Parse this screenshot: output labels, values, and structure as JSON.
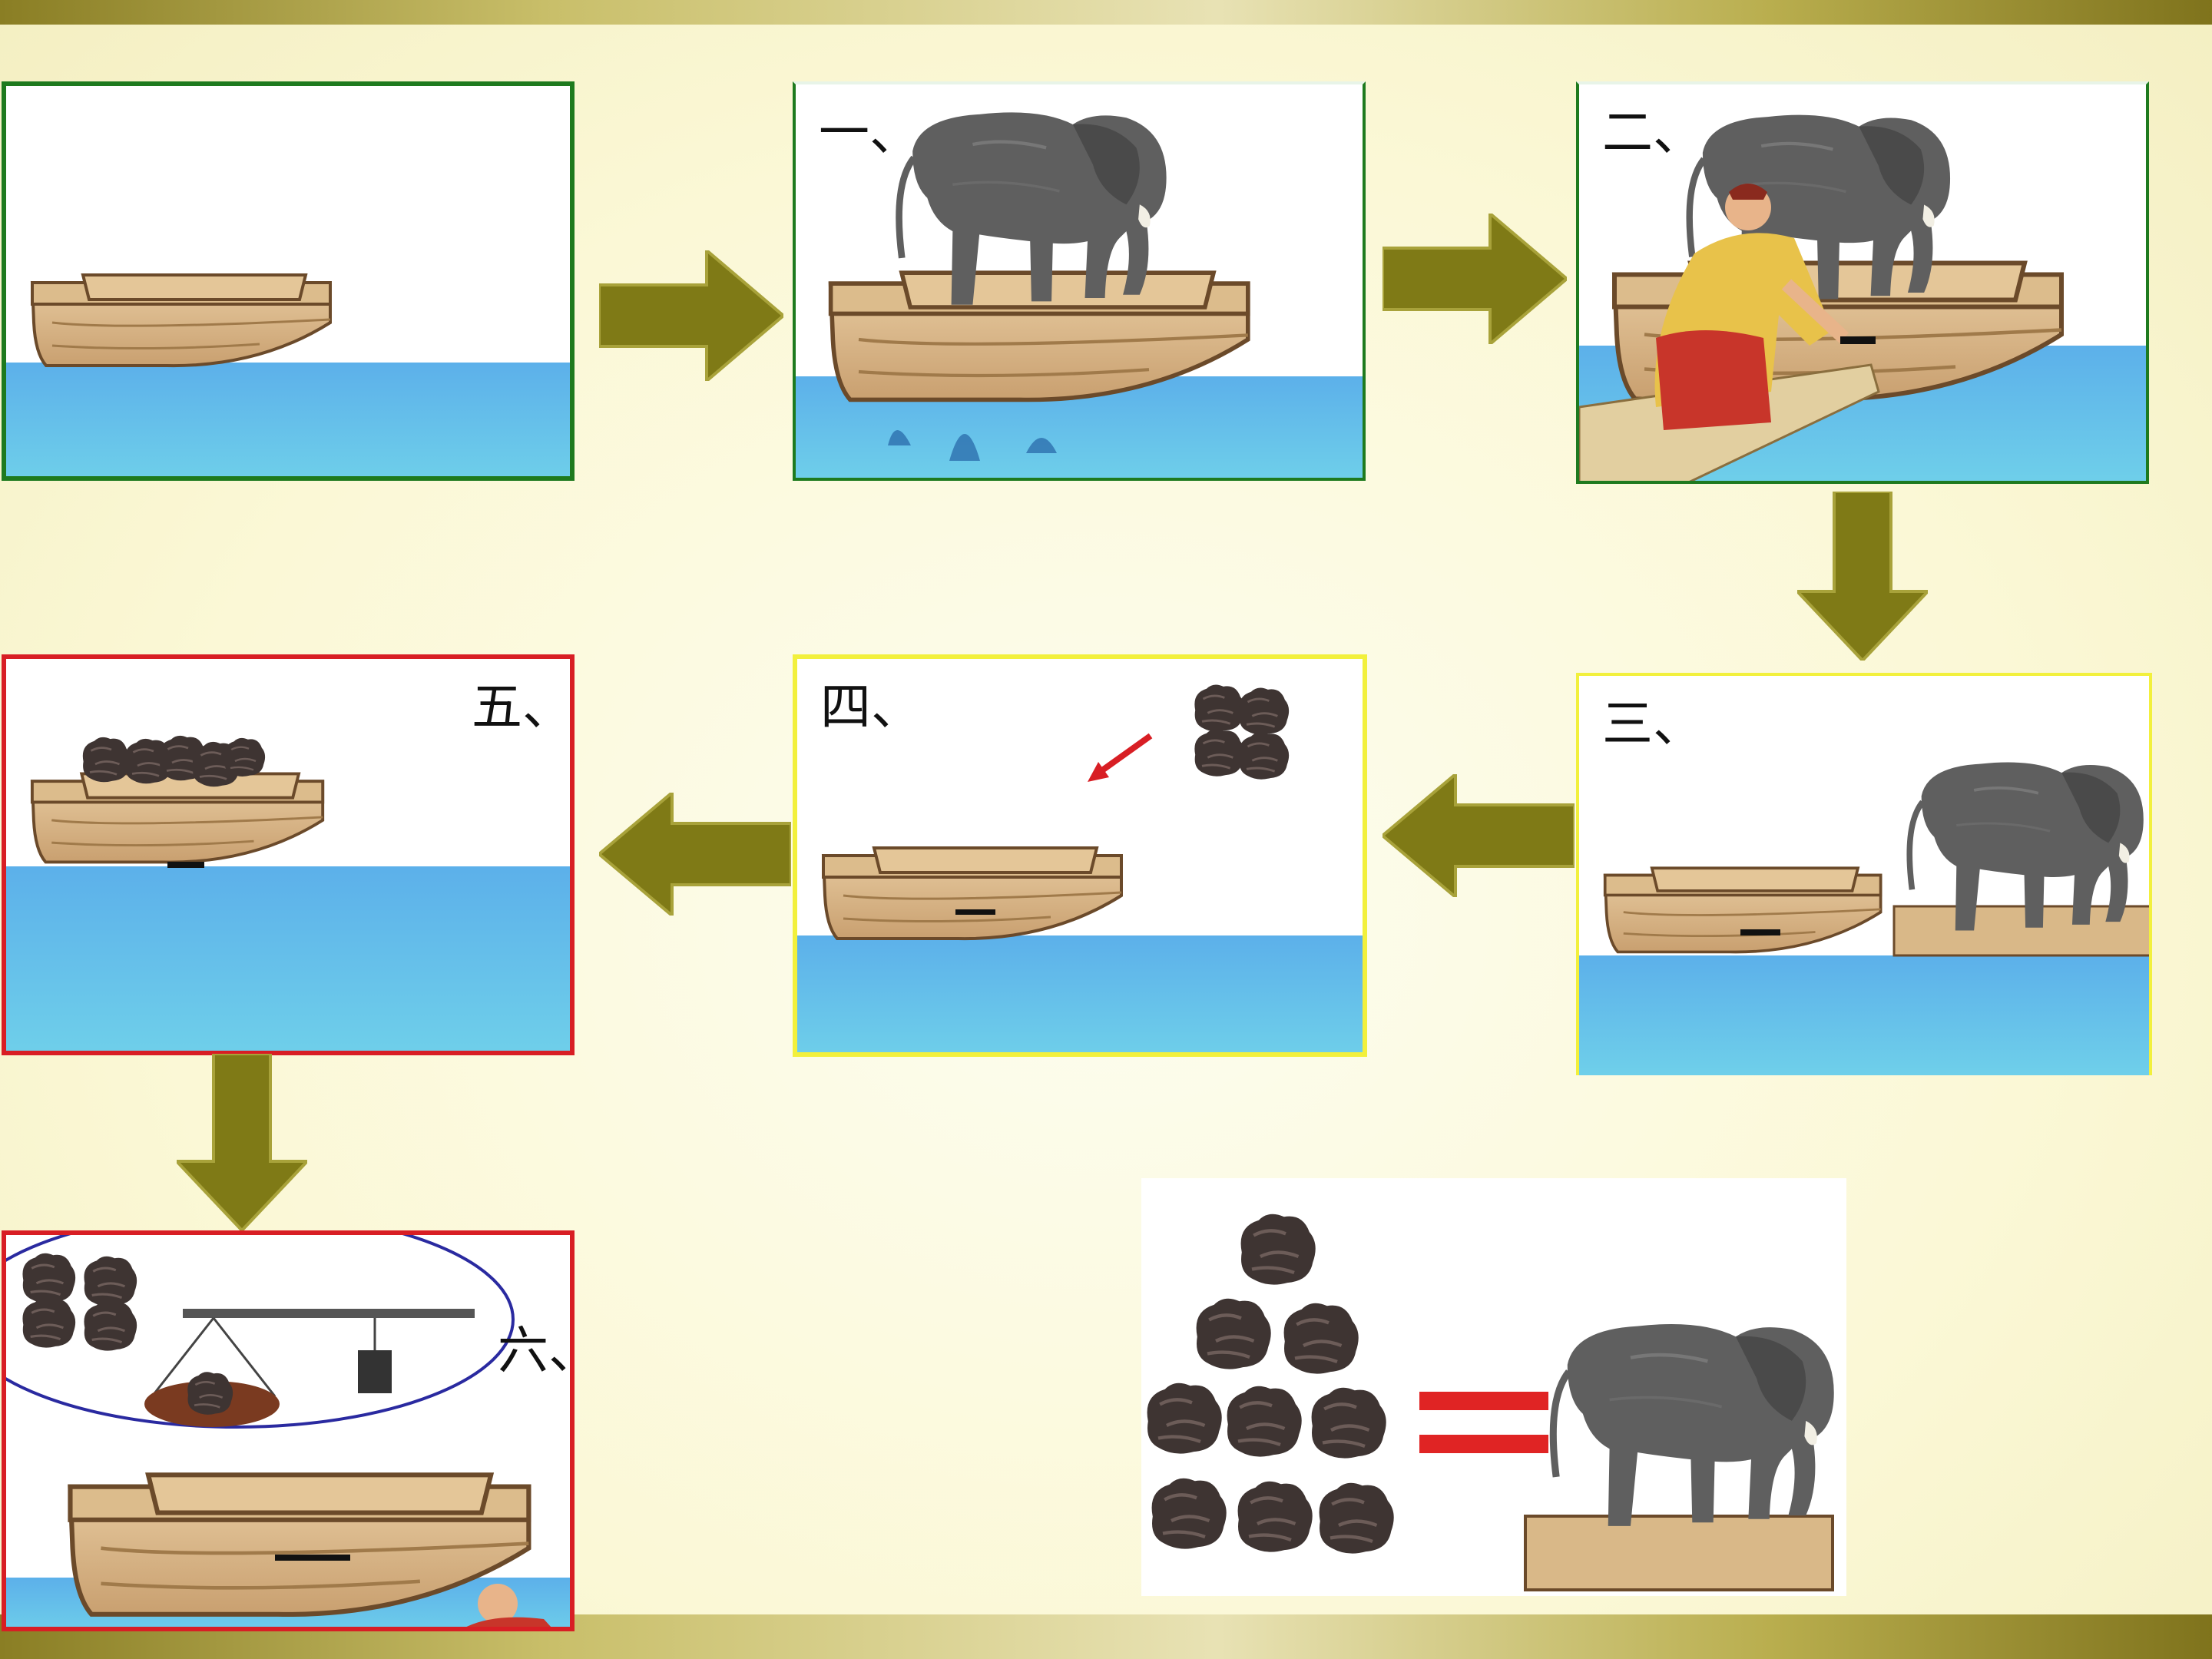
{
  "steps": [
    {
      "id": "step0",
      "label": ""
    },
    {
      "id": "step1",
      "label": "一、"
    },
    {
      "id": "step2",
      "label": "二、"
    },
    {
      "id": "step3",
      "label": "三、"
    },
    {
      "id": "step4",
      "label": "四、"
    },
    {
      "id": "step5",
      "label": "五、"
    },
    {
      "id": "step6",
      "label": "六、"
    }
  ],
  "colors": {
    "arrow": "#7f7a16",
    "frame_green": "#1e7a1e",
    "frame_yellow": "#f2f03c",
    "frame_red": "#d81e24",
    "water": "#62b8e8",
    "boat": "#d9b888",
    "stone": "#3c3230",
    "elephant": "#5e5e5e",
    "equals": "#e02424"
  },
  "icons": [
    "boat-icon",
    "elephant-icon",
    "stone-pile-icon",
    "man-icon",
    "steelyard-icon",
    "waterline-mark-icon",
    "equals-sign-icon",
    "arrow-icon"
  ]
}
